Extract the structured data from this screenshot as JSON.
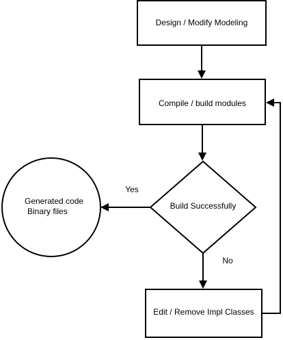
{
  "colors": {
    "stroke": "#000000",
    "fill": "#ffffff",
    "text": "#000000"
  },
  "nodes": {
    "design": {
      "label": "Design / Modify Modeling"
    },
    "compile": {
      "label": "Compile / build modules"
    },
    "decision": {
      "label": "Build Successfully"
    },
    "edit": {
      "label": "Edit / Remove Impl Classes"
    },
    "output": {
      "line1": "Generated code",
      "line2": "Binary files"
    }
  },
  "edges": {
    "yes": {
      "label": "Yes"
    },
    "no": {
      "label": "No"
    }
  }
}
